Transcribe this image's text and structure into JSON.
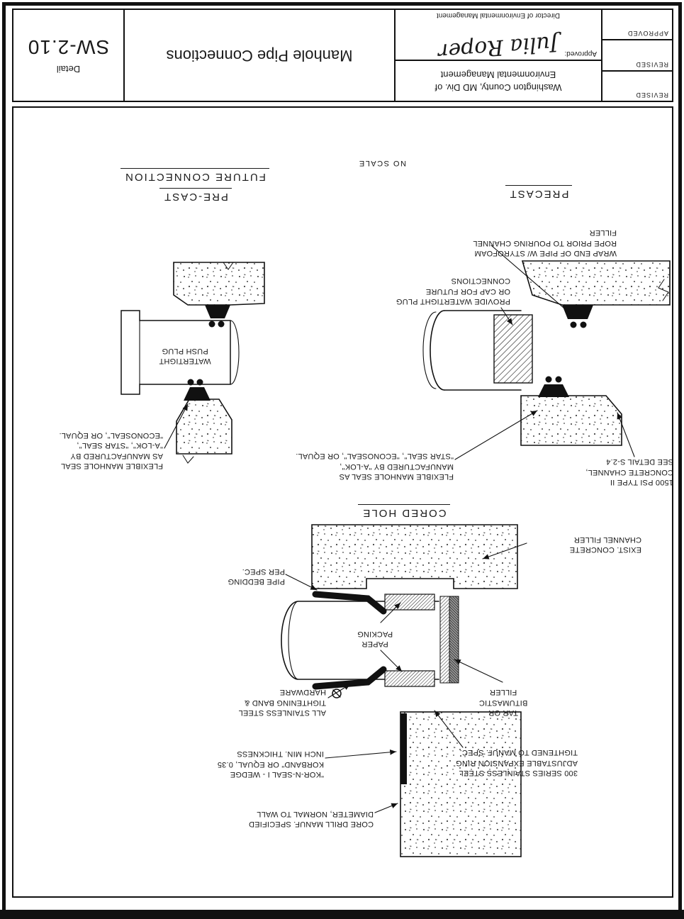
{
  "colors": {
    "ink": "#1a1a1a",
    "paper": "#ffffff"
  },
  "title_block": {
    "revisions": [
      "REVISED",
      "REVISED",
      "APPROVED"
    ],
    "agency_line1": "Washington County, MD Div. of",
    "agency_line2": "Environmental Management",
    "approved_label": "Approved:",
    "signature": "Julia Roper",
    "approver_title": "Director of Environmental Management",
    "sheet_title": "Manhole Pipe Connections",
    "sheet_type": "Detail",
    "sheet_number": "SW-2.10"
  },
  "notes": {
    "scale": "NO SCALE"
  },
  "details": {
    "cored_hole": {
      "heading": "CORED HOLE",
      "callouts": {
        "exist_channel": "EXIST. CONCRETE\nCHANNEL FILLER",
        "pipe_bedding": "PIPE BEDDING\nPER SPEC.",
        "paper_packing": "PAPER\nPACKING",
        "tightening_band": "ALL STAINLESS STEEL\nTIGHTENING BAND &\nHARDWARE",
        "kor_n_seal": "\"KOR-N-SEAL I - WEDGE\nKORBAND\" OR EQUAL, 0.35\nINCH MIN. THICKNESS",
        "tar_filler": "TAR OR\nBITUMASTIC\nFILLER",
        "expansion_ring": "300 SERIES STAINLESS STEEL\nADJUSTABLE EXPANSION RING\nTIGHTENED TO MANUF. SPEC.",
        "core_drill": "CORE DRILL MANUF. SPECIFIED\nDIAMETER, NORMAL TO WALL"
      }
    },
    "precast": {
      "heading": "PRECAST",
      "callouts": {
        "styrofoam_wrap": "WRAP END OF PIPE W/ STYROFOAM\nROPE PRIOR TO POURING CHANNEL\nFILLER",
        "watertight_plug": "PROVIDE WATERTIGHT PLUG\nOR CAP FOR FUTURE\nCONNECTIONS",
        "flexible_seal": "FLEXIBLE MANHOLE SEAL AS\nMANUFACTURED BY \"A-LOK\",\n\"STAR SEAL\", \"ECONOSEAL\", OR EQUAL.",
        "concrete_channel": "1500 PSI TYPE II\nCONCRETE CHANNEL,\nSEE DETAIL S-2.4"
      }
    },
    "precast_future": {
      "heading_line1": "PRE-CAST",
      "heading_line2": "FUTURE CONNECTION",
      "plug_label": "WATERTIGHT\nPUSH PLUG",
      "callouts": {
        "flexible_seal": "FLEXIBLE MANHOLE SEAL\nAS MANUFACTURED BY\n\"A-LOK\", \"STAR SEAL\",\n\"ECONOSEAL\", OR EQUAL."
      }
    }
  }
}
